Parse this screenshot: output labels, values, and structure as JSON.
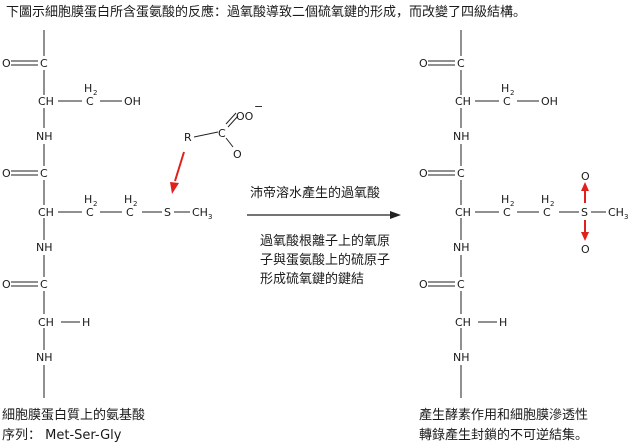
{
  "header": {
    "title": "下圖示細胞膜蛋白所含蛋氨酸的反應：過氧酸導致二個硫氧鍵的形成，而改變了四級結構。"
  },
  "atoms": {
    "O": "O",
    "C": "C",
    "CH": "CH",
    "NH": "NH",
    "H": "H",
    "OH": "OH",
    "S": "S",
    "CH3": "CH",
    "three": "3",
    "H2": "H",
    "two": "2",
    "R": "R",
    "OO": "OO",
    "minus": "−"
  },
  "reaction": {
    "reagent": "沛帝溶水產生的過氧酸",
    "desc_line1": "過氧酸根離子上的氧原",
    "desc_line2": "子與蛋氨酸上的硫原子",
    "desc_line3": "形成硫氧鍵的鍵結"
  },
  "left_caption": {
    "line1": "細胞膜蛋白質上的氨基酸",
    "line2": "序列： Met-Ser-Gly"
  },
  "right_caption": {
    "line1": "產生酵素作用和細胞膜滲透性",
    "line2": "轉錄產生封鎖的不可逆結集。"
  },
  "colors": {
    "arrow_red": "#e0201c",
    "ink": "#1a1a1a"
  }
}
